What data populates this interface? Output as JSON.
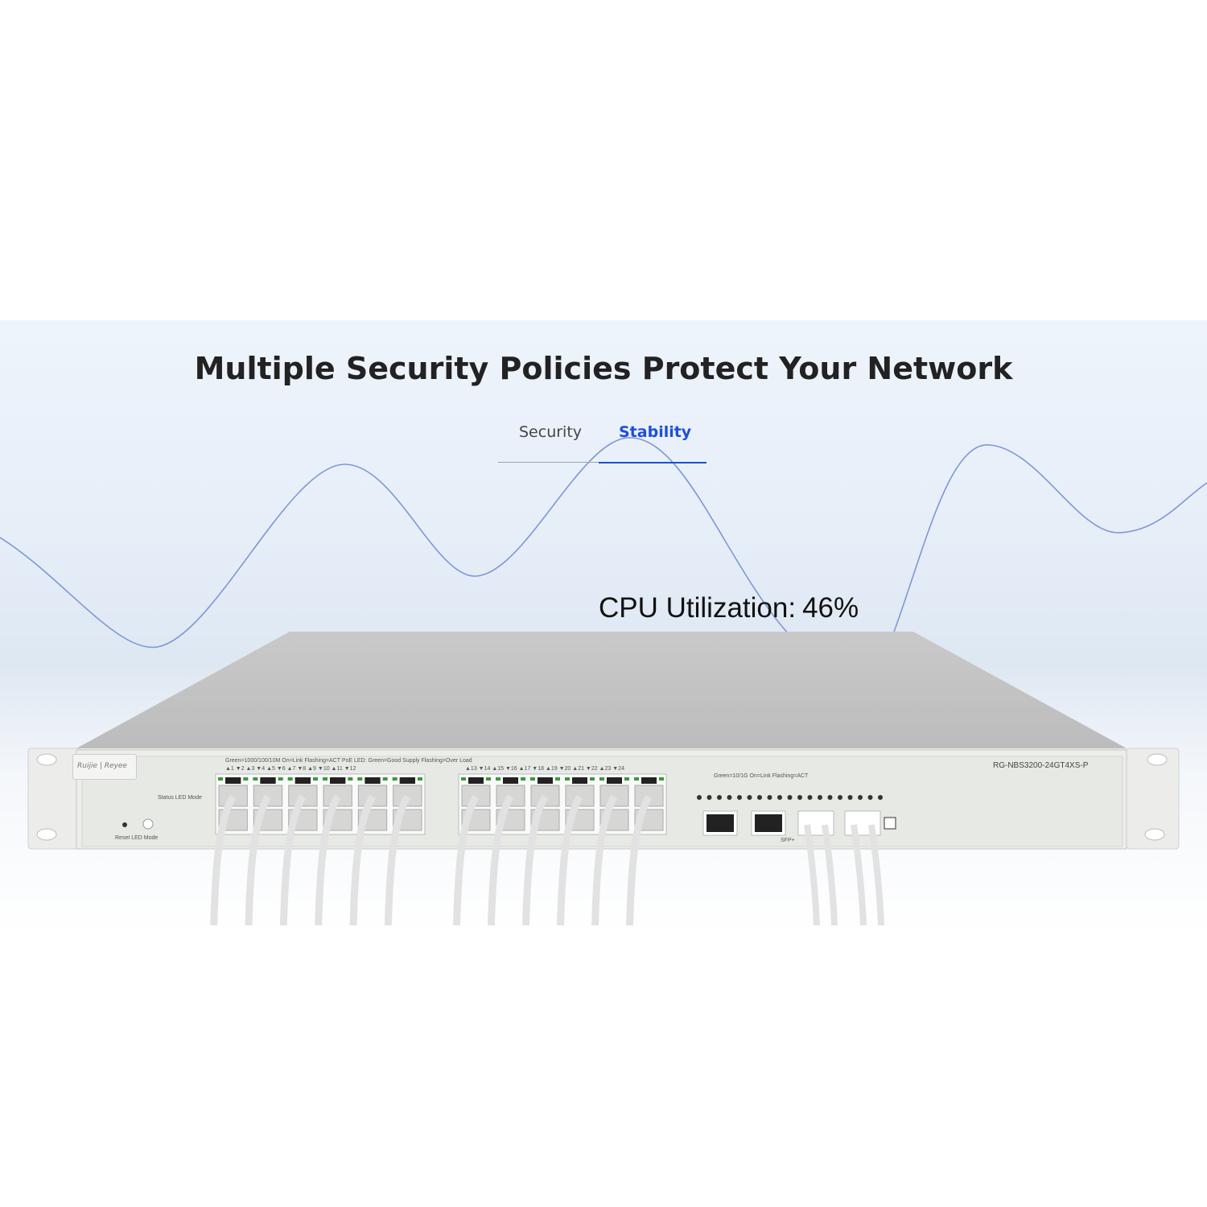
{
  "header": {
    "title": "Multiple Security Policies Protect Your Network"
  },
  "tabs": [
    {
      "label": "Security",
      "active": false
    },
    {
      "label": "Stability",
      "active": true
    }
  ],
  "metric": {
    "label": "CPU Utilization:",
    "value": "46%"
  },
  "colors": {
    "accent": "#1d4fd8",
    "wave": "#7d97d8"
  },
  "device": {
    "brand": "Ruijie | Reyee",
    "model": "RG-NBS3200-24GT4XS-P",
    "led_legend": "Green=1000/100/10M  On=Link  Flashing=ACT  PoE LED: Green=Good Supply  Flashing=Over Load",
    "sfp_legend": "Green=10/1G  On=Link  Flashing=ACT",
    "status_labels": "Status  LED Mode",
    "buttons": "Reset  LED Mode",
    "sfp_label": "SFP+",
    "ports_left": "▲1 ▼2  ▲3 ▼4  ▲5 ▼6  ▲7 ▼8  ▲9 ▼10  ▲11 ▼12",
    "ports_right": "▲13 ▼14  ▲15 ▼16  ▲17 ▼18  ▲19 ▼20  ▲21 ▼22  ▲23 ▼24"
  }
}
